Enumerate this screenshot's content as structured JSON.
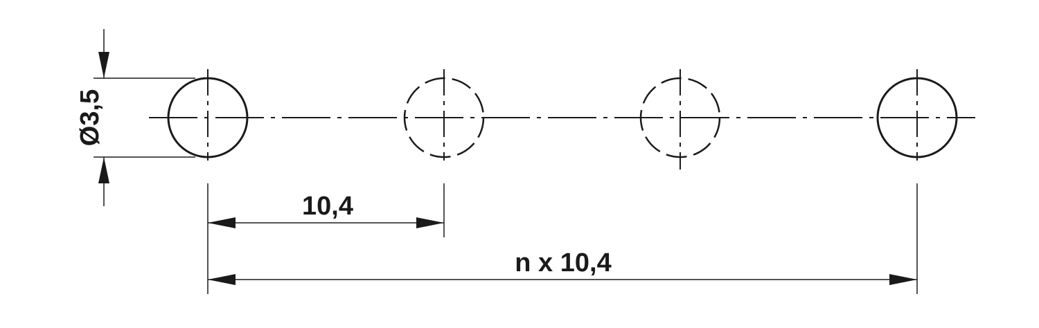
{
  "diagram": {
    "colors": {
      "ink": "#1a1a1a",
      "background": "#ffffff"
    },
    "holes": [
      {
        "id": "hole-1",
        "style": "solid"
      },
      {
        "id": "hole-2",
        "style": "dashed"
      },
      {
        "id": "hole-3",
        "style": "dashed"
      },
      {
        "id": "hole-4",
        "style": "solid"
      }
    ],
    "dimensions": {
      "diameter": "Ø3,5",
      "pitch": "10,4",
      "total": "n x 10,4"
    }
  }
}
